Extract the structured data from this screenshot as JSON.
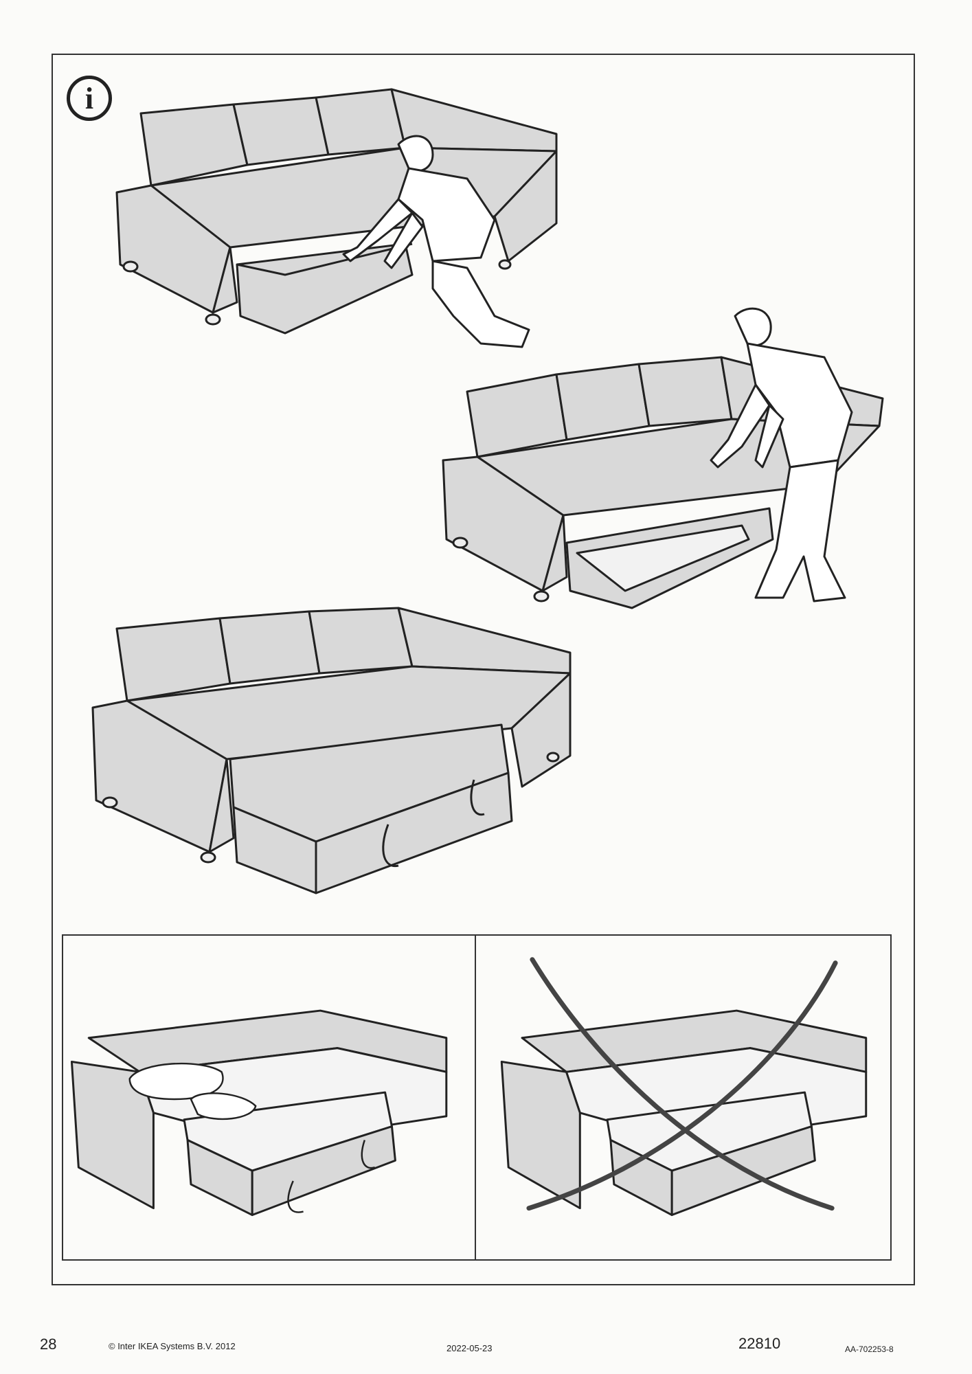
{
  "page": {
    "number": "28",
    "copyright": "© Inter IKEA Systems B.V. 2012",
    "date": "2022-05-23",
    "code": "22810",
    "article": "AA-702253-8"
  },
  "icons": {
    "info": "info-icon",
    "info_glyph": "i",
    "cross": "cross-mark-icon"
  }
}
